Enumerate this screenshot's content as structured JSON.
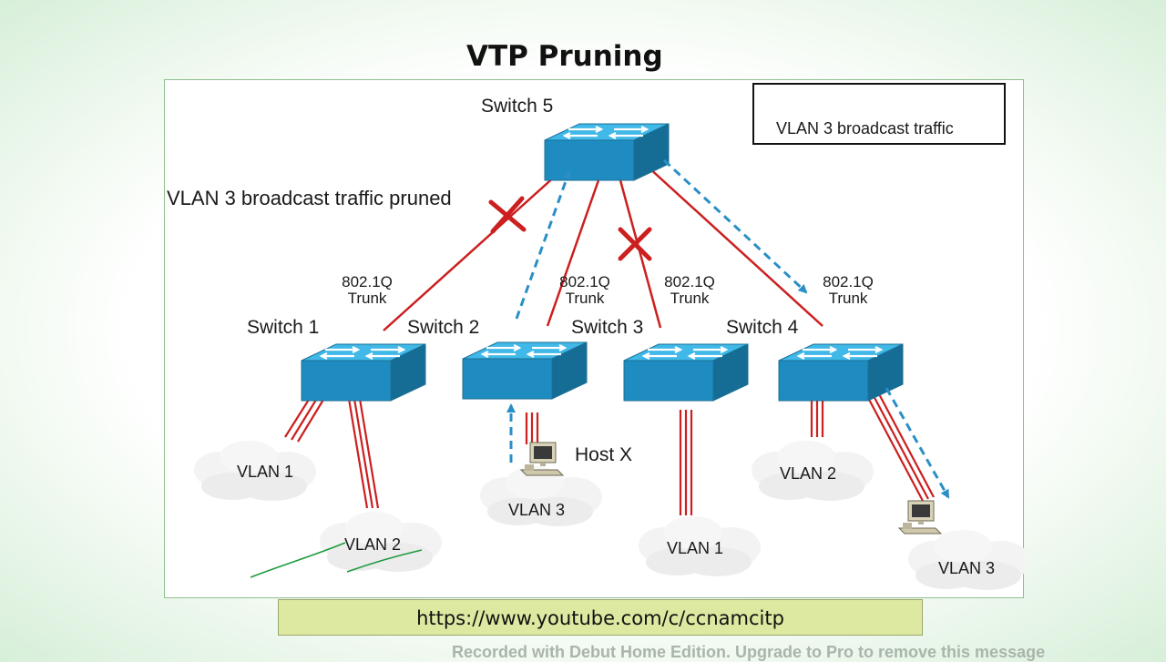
{
  "title": "VTP Pruning",
  "legend": {
    "label": "VLAN 3 broadcast traffic"
  },
  "annotations": {
    "pruned": "VLAN 3 broadcast traffic pruned",
    "host": "Host X"
  },
  "switches": [
    {
      "label": "Switch 5"
    },
    {
      "label": "Switch 1"
    },
    {
      "label": "Switch 2"
    },
    {
      "label": "Switch 3"
    },
    {
      "label": "Switch 4"
    }
  ],
  "trunks": [
    {
      "line1": "802.1Q",
      "line2": "Trunk"
    },
    {
      "line1": "802.1Q",
      "line2": "Trunk"
    },
    {
      "line1": "802.1Q",
      "line2": "Trunk"
    },
    {
      "line1": "802.1Q",
      "line2": "Trunk"
    }
  ],
  "clouds": [
    {
      "label": "VLAN 1"
    },
    {
      "label": "VLAN 2"
    },
    {
      "label": "VLAN 3"
    },
    {
      "label": "VLAN 1"
    },
    {
      "label": "VLAN 2"
    },
    {
      "label": "VLAN 3"
    }
  ],
  "url": "https://www.youtube.com/c/ccnamcitp",
  "watermark": "Recorded with Debut Home Edition. Upgrade to Pro to remove this message",
  "colors": {
    "trunk_line": "#cc1f1f",
    "broadcast_arrow": "#2a8fc7",
    "switch_top": "#36b0e0",
    "url_bar": "#dde8a0"
  }
}
